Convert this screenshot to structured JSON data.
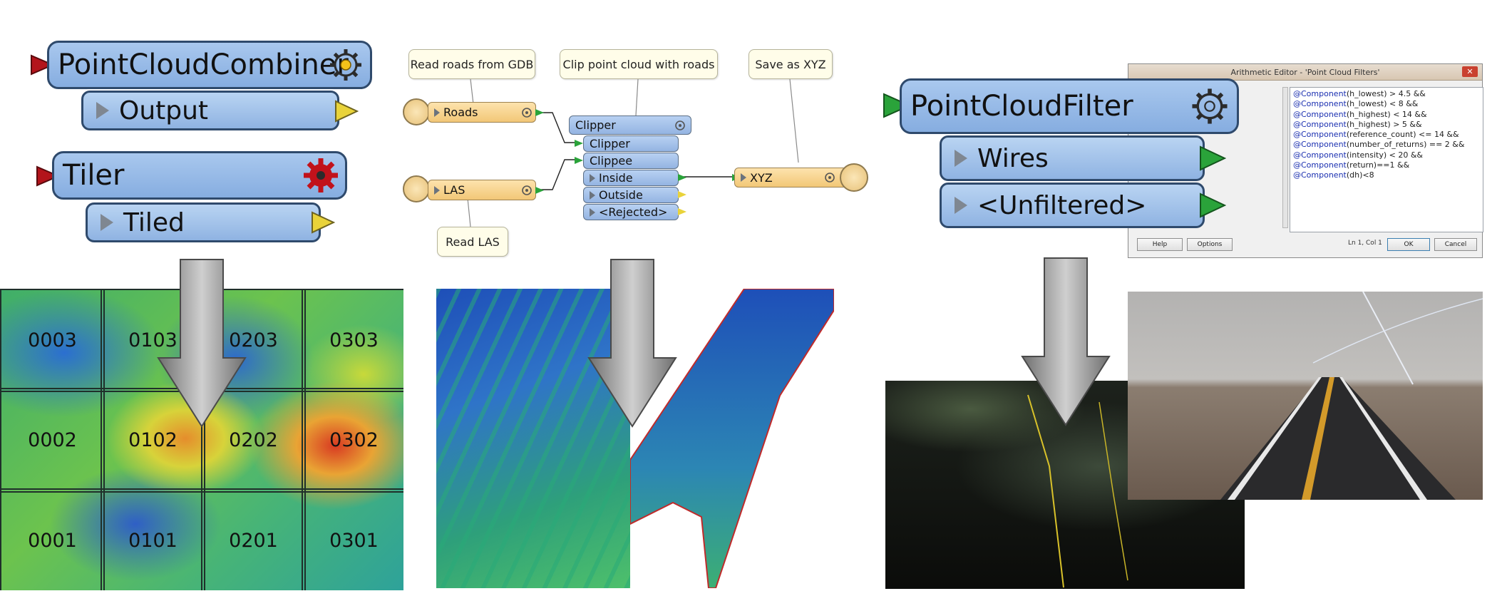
{
  "left_panel": {
    "combiner": {
      "title": "PointCloudCombiner",
      "port": "Output"
    },
    "tiler": {
      "title": "Tiler",
      "port": "Tiled"
    },
    "tiles": [
      [
        "0003",
        "0103",
        "0203",
        "0303"
      ],
      [
        "0002",
        "0102",
        "0202",
        "0302"
      ],
      [
        "0001",
        "0101",
        "0201",
        "0301"
      ]
    ]
  },
  "middle_panel": {
    "callouts": {
      "roads": "Read roads from GDB",
      "clip": "Clip point cloud with roads",
      "save": "Save as XYZ",
      "las": "Read LAS"
    },
    "readers": {
      "roads": "Roads",
      "las": "LAS"
    },
    "clipper": {
      "title": "Clipper",
      "inputs": [
        "Clipper",
        "Clippee"
      ],
      "outputs": [
        "Inside",
        "Outside",
        "<Rejected>"
      ]
    },
    "writer": "XYZ"
  },
  "right_panel": {
    "filter": {
      "title": "PointCloudFilter",
      "ports": [
        "Wires",
        "<Unfiltered>"
      ]
    },
    "editor": {
      "title": "Arithmetic Editor - 'Point Cloud Filters'",
      "lines": [
        {
          "kw": "@Component",
          "rest": "(h_lowest) > 4.5 &&"
        },
        {
          "kw": "@Component",
          "rest": "(h_lowest) < 8 &&"
        },
        {
          "kw": "@Component",
          "rest": "(h_highest) < 14 &&"
        },
        {
          "kw": "@Component",
          "rest": "(h_highest) > 5 &&"
        },
        {
          "kw": "@Component",
          "rest": "(reference_count) <= 14 &&"
        },
        {
          "kw": "@Component",
          "rest": "(number_of_returns) == 2 &&"
        },
        {
          "kw": "@Component",
          "rest": "(intensity) < 20 &&"
        },
        {
          "kw": "@Component",
          "rest": "(return)==1 &&"
        },
        {
          "kw": "@Component",
          "rest": "(dh)<8"
        }
      ],
      "buttons": {
        "help": "Help",
        "options": "Options",
        "status": "Ln 1, Col 1",
        "ok": "OK",
        "cancel": "Cancel"
      }
    }
  },
  "colors": {
    "transformer": "#94b7e6",
    "reader_yellow": "#f2c777",
    "port_in_red": "#b3141b",
    "port_in_green": "#2aa33a",
    "port_out_yellow": "#e9d33a"
  }
}
